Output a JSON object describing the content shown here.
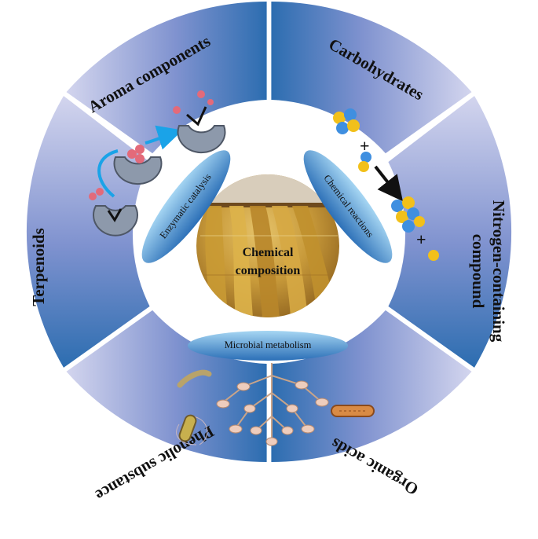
{
  "center": {
    "line1": "Chemical",
    "line2": "composition"
  },
  "segments": {
    "aroma": "Aroma components",
    "carbohydrates": "Carbohydrates",
    "nitrogen_line1": "Nitrogen-containing",
    "nitrogen_line2": "compound",
    "organic": "Organic acids",
    "phenolic": "Phenolic substance",
    "terpenoids": "Terpenoids"
  },
  "processes": {
    "enzymatic": "Enzymatic catalysis",
    "chemical": "Chemical reactions",
    "microbial": "Microbial metabolism"
  },
  "symbols": {
    "plus": "+"
  },
  "colors": {
    "ring_light": "#c9cbe8",
    "ring_dark": "#2e6fb0",
    "ellipse_light": "#9fd0ef",
    "ellipse_dark": "#2e72b8",
    "enzyme": "#8d99ab",
    "substrate_red": "#e36a7a",
    "atom_blue": "#3f8fe0",
    "atom_yellow": "#f2c01a",
    "arrow_cyan": "#1aa3e8"
  }
}
